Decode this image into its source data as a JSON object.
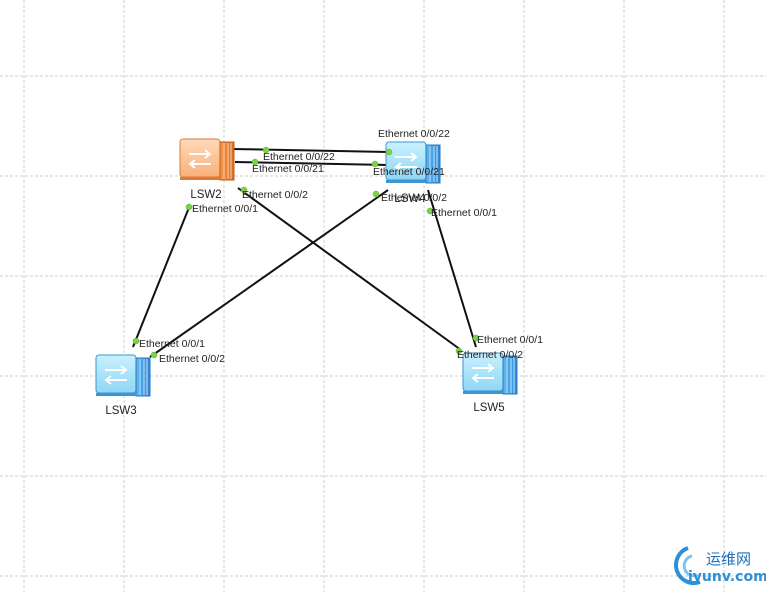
{
  "devices": {
    "lsw2": {
      "name": "LSW2",
      "color": "#f08a45"
    },
    "lsw4": {
      "name": "LSW4",
      "color": "#4aa3e0"
    },
    "lsw3": {
      "name": "LSW3",
      "color": "#4aa3e0"
    },
    "lsw5": {
      "name": "LSW5",
      "color": "#4aa3e0"
    }
  },
  "ports": {
    "lsw2_g22": "Ethernet 0/0/22",
    "lsw2_g21": "Ethernet 0/0/21",
    "lsw2_e2": "Ethernet 0/0/2",
    "lsw2_e1": "Ethernet 0/0/1",
    "lsw4_g22": "Ethernet 0/0/22",
    "lsw4_g21": "Ethernet 0/0/21",
    "lsw4_e2": "Ethernet 0/0/2",
    "lsw4_e1": "Ethernet 0/0/1",
    "lsw3_e1": "Ethernet 0/0/1",
    "lsw3_e2": "Ethernet 0/0/2",
    "lsw5_e1": "Ethernet 0/0/1",
    "lsw5_e2": "Ethernet 0/0/2"
  },
  "watermark": {
    "cn": "运维网",
    "en": "iyunv.com"
  },
  "colors": {
    "link": "#111111",
    "port": "#7bd34a",
    "grid": "#cfcfcf"
  }
}
